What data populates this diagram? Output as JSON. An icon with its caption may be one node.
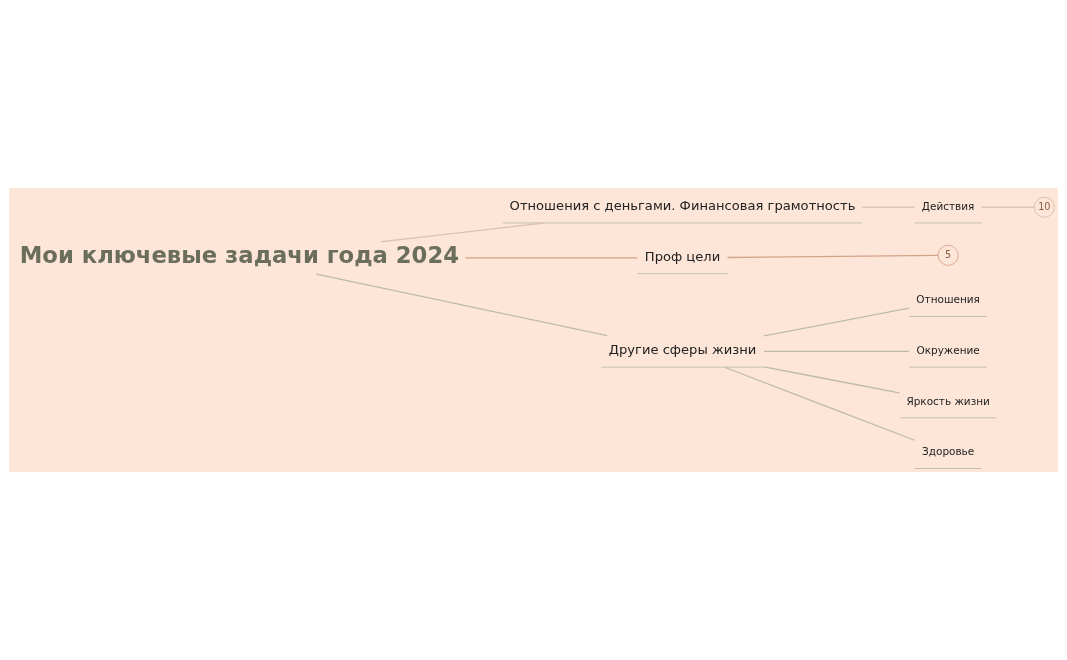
{
  "diagram": {
    "nodes": [
      {
        "text": [
          "Мои ключевые задачи года 2024"
        ]
      },
      {
        "text": [
          "Отношения с деньгами. Финансовая грамотность"
        ]
      },
      {
        "text": [
          "Действия"
        ]
      },
      {
        "text": [
          "10"
        ]
      },
      {
        "text": [
          "Проф цели"
        ]
      },
      {
        "text": [
          "5"
        ]
      },
      {
        "text": [
          "Другие сферы жизни"
        ]
      },
      {
        "text": [
          "Отношения"
        ]
      },
      {
        "text": [
          "Окружение"
        ]
      },
      {
        "text": [
          "Яркость жизни"
        ]
      },
      {
        "text": [
          "Здоровье"
        ]
      }
    ],
    "edges": [
      {
        "from": 0,
        "to": 1,
        "arrow": "none",
        "color": "#dcc3b2"
      },
      {
        "from": 1,
        "to": 2,
        "arrow": "none",
        "color": "#dcc3b2"
      },
      {
        "from": 2,
        "to": 3,
        "arrow": "none",
        "color": "#dcc3b2"
      },
      {
        "from": 0,
        "to": 4,
        "arrow": "none",
        "color": "#d3a288"
      },
      {
        "from": 4,
        "to": 5,
        "arrow": "none",
        "color": "#d3a288"
      },
      {
        "from": 0,
        "to": 6,
        "arrow": "none"
      },
      {
        "from": 6,
        "to": 7,
        "arrow": "none"
      },
      {
        "from": 6,
        "to": 8,
        "arrow": "none"
      },
      {
        "from": 6,
        "to": 9,
        "arrow": "none"
      },
      {
        "from": 6,
        "to": 10,
        "arrow": "none"
      }
    ]
  }
}
